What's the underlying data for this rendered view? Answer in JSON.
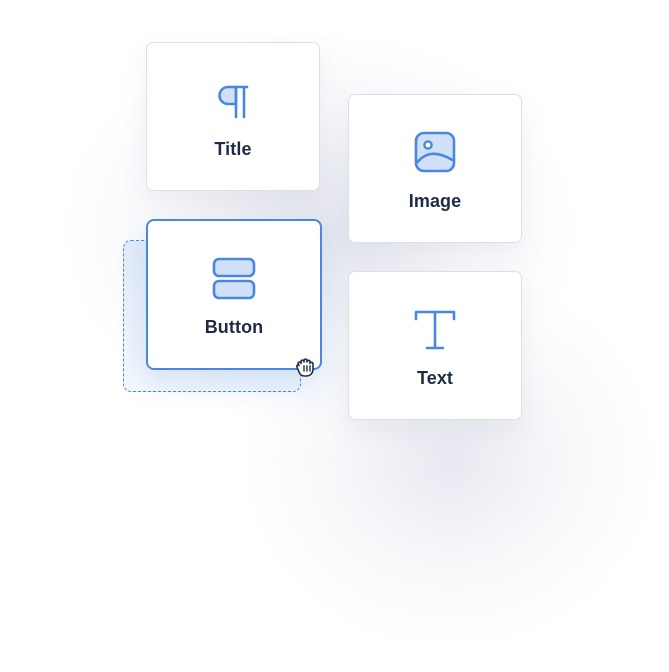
{
  "components": [
    {
      "id": "title",
      "label": "Title",
      "icon": "paragraph-icon"
    },
    {
      "id": "image",
      "label": "Image",
      "icon": "image-icon"
    },
    {
      "id": "button",
      "label": "Button",
      "icon": "button-blocks-icon",
      "state": "dragging"
    },
    {
      "id": "text",
      "label": "Text",
      "icon": "text-t-icon"
    }
  ],
  "colors": {
    "accent": "#4a88e0",
    "icon_fill": "#cfe0f7",
    "label": "#1f2b44",
    "card_border": "#dcdfe7",
    "placeholder_fill": "#dfe9f9"
  },
  "cursor": {
    "icon": "grab-hand-cursor-icon"
  }
}
